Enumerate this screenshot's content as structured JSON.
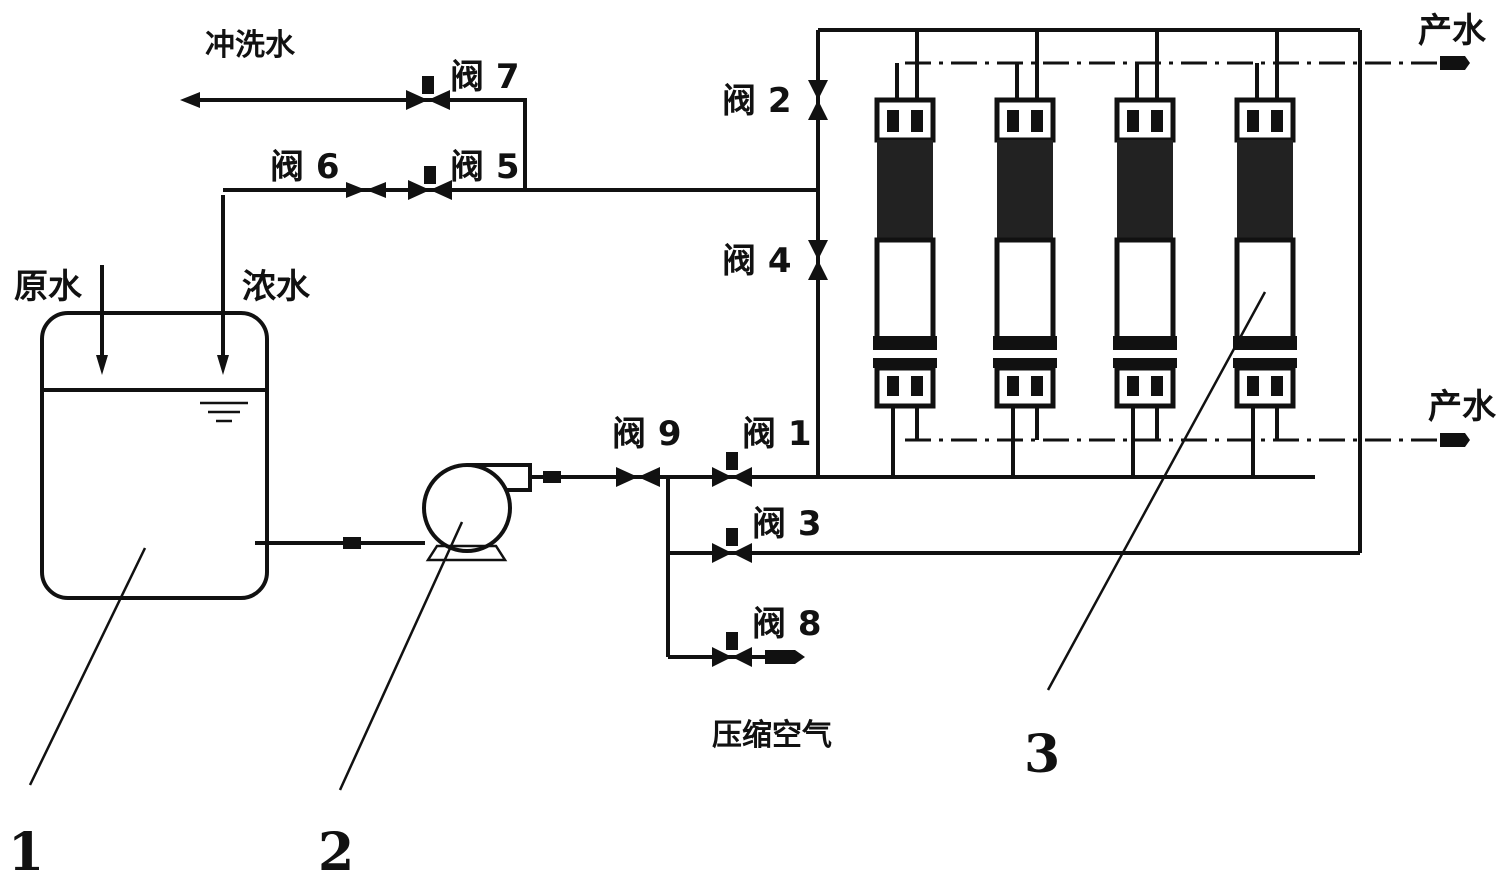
{
  "labels": {
    "flush_water": "冲洗水",
    "raw_water": "原水",
    "concentrate": "浓水",
    "compressed_air": "压缩空气",
    "product_water_top": "产水",
    "product_water_bottom": "产水"
  },
  "valves": {
    "v1": "阀 1",
    "v2": "阀 2",
    "v3": "阀 3",
    "v4": "阀 4",
    "v5": "阀 5",
    "v6": "阀 6",
    "v7": "阀 7",
    "v8": "阀 8",
    "v9": "阀 9"
  },
  "callouts": {
    "tank": "1",
    "pump": "2",
    "modules": "3"
  }
}
